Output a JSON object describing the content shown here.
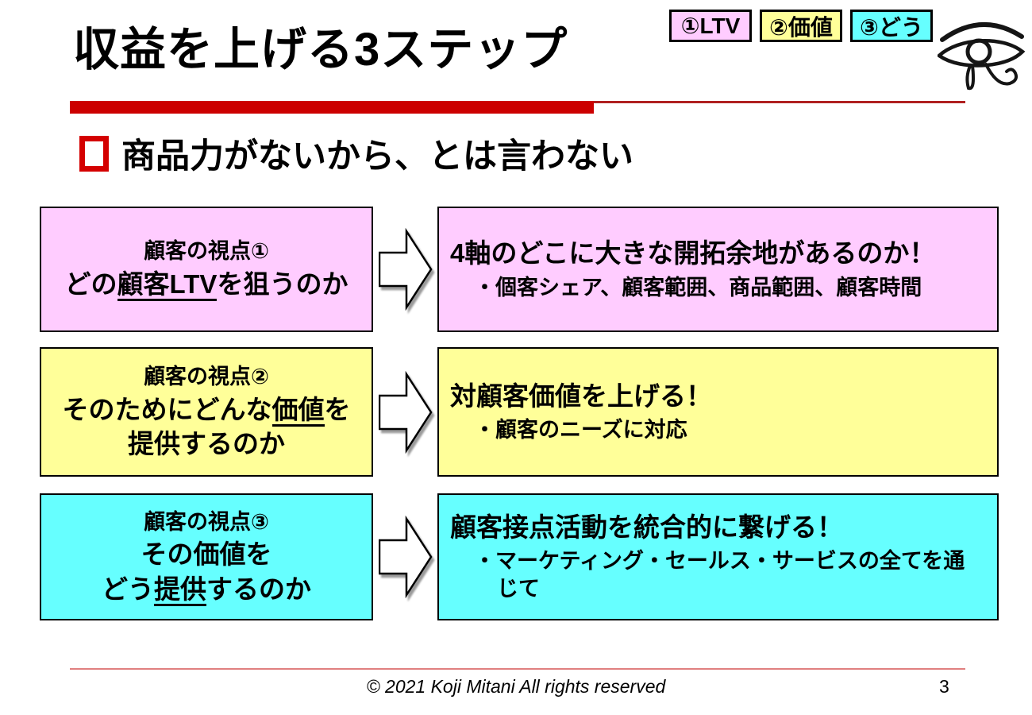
{
  "slide": {
    "title": "収益を上げる3ステップ",
    "heading": "商品力がないから、とは言わない",
    "footer": {
      "copyright": "© 2021 Koji Mitani All rights reserved",
      "page_number": "3"
    }
  },
  "colors": {
    "accent_red": "#cc0000",
    "thin_line_red": "#b02020",
    "footer_line": "#e08080",
    "pink": "#ffccff",
    "yellow": "#ffff99",
    "cyan": "#66ffff"
  },
  "legend": {
    "items": [
      {
        "label": "①LTV",
        "color": "#ffccff"
      },
      {
        "label": "②価値",
        "color": "#ffff99"
      },
      {
        "label": "③どう",
        "color": "#66ffff"
      }
    ]
  },
  "icons": {
    "eye_of_horus": "eye-of-horus-icon",
    "flow_arrow": "right-block-arrow-icon"
  },
  "rows": [
    {
      "color": "#ffccff",
      "left": {
        "title": "顧客の視点①",
        "line2": {
          "pre": "どの",
          "underline": "顧客LTV",
          "post": "を狙うのか"
        }
      },
      "right": {
        "headline": "4軸のどこに大きな開拓余地があるのか！",
        "detail": "・個客シェア、顧客範囲、商品範囲、顧客時間"
      }
    },
    {
      "color": "#ffff99",
      "left": {
        "title": "顧客の視点②",
        "line2": {
          "pre": "そのためにどんな",
          "underline": "価値",
          "post": "を"
        },
        "line3": {
          "pre": "提供するのか",
          "underline": "",
          "post": ""
        }
      },
      "right": {
        "headline": "対顧客価値を上げる！",
        "detail": "・顧客のニーズに対応"
      }
    },
    {
      "color": "#66ffff",
      "left": {
        "title": "顧客の視点③",
        "line2": {
          "pre": "その価値を",
          "underline": "",
          "post": ""
        },
        "line3": {
          "pre": "どう",
          "underline": "提供",
          "post": "するのか"
        }
      },
      "right": {
        "headline": "顧客接点活動を統合的に繋げる！",
        "detail": "・マーケティング・セールス・サービスの全てを通じて"
      }
    }
  ]
}
